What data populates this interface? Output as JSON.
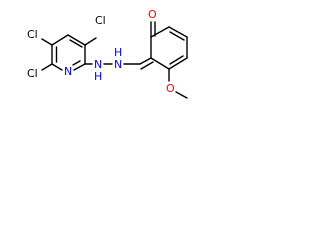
{
  "molecule": {
    "atoms": {
      "chlorine_top": "Cl",
      "chlorine_left": "Cl",
      "chlorine_bottom": "Cl",
      "pyridine_nitrogen": "N",
      "hydrazine_nh_1": "N",
      "hydrazine_h_1": "H",
      "hydrazine_nh_2": "N",
      "hydrazine_h_2": "H",
      "carbonyl_oxygen": "O",
      "methoxy_oxygen": "O"
    },
    "colors": {
      "bond": "#000000",
      "carbon_chlorine": "#000000",
      "nitrogen": "#0000ff",
      "oxygen": "#ff0000"
    }
  }
}
